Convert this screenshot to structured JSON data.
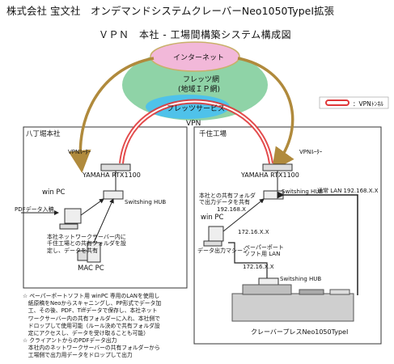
{
  "title": "株式会社 宝文社　オンデマンドシステムクレーバーNeo1050TypeⅠ拡張",
  "subtitle": "ＶＰＮ　本社 - 工場間構築システム構成図",
  "network": {
    "internet": "インターネット",
    "flets1": "フレッツ網",
    "flets2": "(地域ＩＰ網)",
    "flets_service": "フレッツサービス",
    "vpn": "VPN"
  },
  "legend": {
    "label": "：VPNﾄﾝﾈﾙ"
  },
  "hq": {
    "title": "八丁堀本社",
    "router_label": "VPNﾙｰﾀｰ",
    "router_name": "YAMAHA RTX1100",
    "winpc": "win PC",
    "hub": "Switshing HUB",
    "pdf_in": "PDFデータ入稿",
    "note_lines": [
      "本社ネットワークサーバー内に",
      "千住工場との共有フォルダを設",
      "定し、データを共有"
    ],
    "mac": "MAC PC"
  },
  "factory": {
    "title": "千住工場",
    "router_label": "VPNﾙｰﾀｰ",
    "router_name": "YAMAHA RTX1100",
    "shared_lines": [
      "本社との共有フォルダ",
      "で出力データを共有"
    ],
    "ip1": "192.168.X",
    "winpc": "win PC",
    "hub": "Switshing HUB",
    "lan": "通常 LAN  192.168.X.X",
    "ip2": "172.16.X.X",
    "ppless_lines": [
      "ペーパーポート",
      "ソフト用 LAN"
    ],
    "server": "データ出力マシーン",
    "ip3": "172.16.X.X",
    "hub2": "Switshing HUB",
    "printer": "クレーバープレスNeo1050TypeⅠ"
  },
  "notes": [
    "☆ ペーパーポートソフト用 winPC 専用のLANを使用し",
    "　紙原稿をNeoからスキャニングし、PP形式でデータ加",
    "　工、その後、PDF、Tiffデータで保存し、本社ネット",
    "　ワークサーバー内の共有フォルダーに入れ、本社側で",
    "　ドロップして使用可能（ルール決めで共有フォルダ設",
    "　定にアクセスし、データを受け取ることも可能）",
    "☆ クライアントからのPDFデータ出力",
    "　本社内のネットワークサーバーの共有フォルダーから",
    "　工場側で出力用データをドロップして出力"
  ],
  "colors": {
    "internet_fill": "#f2b8d9",
    "flets_fill": "#8fd3a7",
    "service_fill": "#4fc2ea",
    "tunnel_red": "#e0383a",
    "arrow_gold": "#b08a3c"
  }
}
